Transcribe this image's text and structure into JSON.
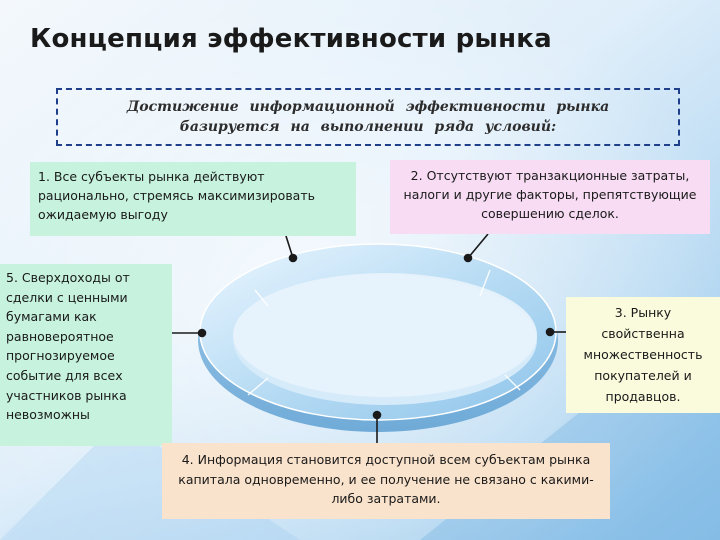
{
  "title": "Концепция эффективности рынка",
  "subtitle": {
    "line1": "Достижение информационной эффективности рынка",
    "line2": "базируется на выполнении ряда условий:"
  },
  "conditions": {
    "c1": "1. Все субъекты рынка действуют рационально, стремясь максимизировать ожидаемую выгоду",
    "c2": "2. Отсутствуют транзакционные затраты, налоги и другие факторы, препятствующие совершению сделок.",
    "c3": "3. Рынку свойственна множественность покупателей и продавцов.",
    "c4": "4. Информация становится доступной всем субъектам рынка капитала одновременно, и ее получение не связано с какими-либо затратами.",
    "c5": "5. Сверхдоходы от сделки с ценными бумагами как равновероятное прогнозируемое событие для всех участников рынка невозможны"
  },
  "colors": {
    "box1": "#c6f2de",
    "box2": "#f7dcf3",
    "box3": "#fafadc",
    "box4": "#fae3cc",
    "box5": "#c6f2de",
    "ring": "#a9d3ee",
    "accent": "#1f3f8a"
  }
}
